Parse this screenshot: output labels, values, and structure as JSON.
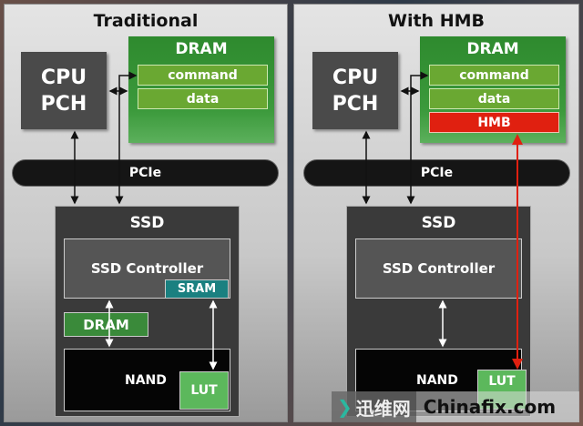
{
  "left": {
    "title": "Traditional",
    "cpu": [
      "CPU",
      "PCH"
    ],
    "dram": "DRAM",
    "command": "command",
    "data": "data",
    "pcie": "PCIe",
    "ssd": "SSD",
    "controller": "SSD Controller",
    "sram": "SRAM",
    "ssd_dram": "DRAM",
    "nand": "NAND",
    "lut": "LUT"
  },
  "right": {
    "title": "With HMB",
    "cpu": [
      "CPU",
      "PCH"
    ],
    "dram": "DRAM",
    "command": "command",
    "data": "data",
    "hmb": "HMB",
    "pcie": "PCIe",
    "ssd": "SSD",
    "controller": "SSD Controller",
    "nand": "NAND",
    "lut": "LUT"
  },
  "watermark": {
    "cn": "迅维网",
    "site": "Chinafix.com"
  },
  "colors": {
    "green": "#3c9a3c",
    "red": "#e02010",
    "teal": "#1a8080"
  }
}
